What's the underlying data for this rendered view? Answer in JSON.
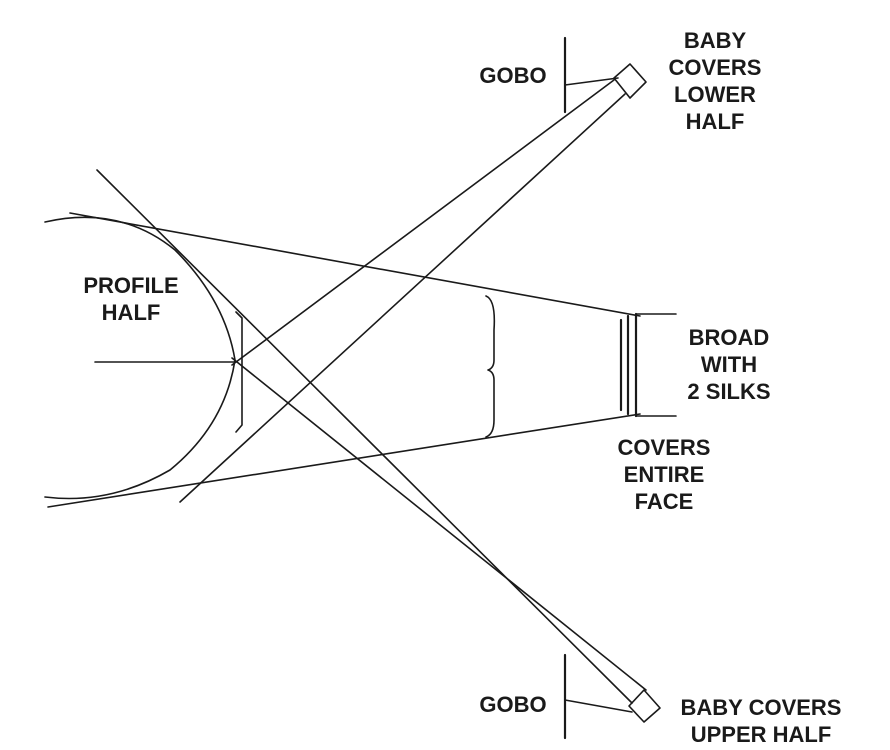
{
  "labels": {
    "profile": [
      "PROFILE",
      "HALF"
    ],
    "baby_top": [
      "BABY",
      "COVERS",
      "LOWER",
      "HALF"
    ],
    "gobo_top": [
      "GOBO"
    ],
    "broad": [
      "BROAD",
      "WITH",
      "2 SILKS"
    ],
    "covers_face": [
      "COVERS",
      "ENTIRE",
      "FACE"
    ],
    "gobo_bottom": [
      "GOBO"
    ],
    "baby_bottom": [
      "BABY COVERS",
      "UPPER HALF"
    ]
  },
  "colors": {
    "ink": "#1a1a1a",
    "paper": "#ffffff"
  }
}
